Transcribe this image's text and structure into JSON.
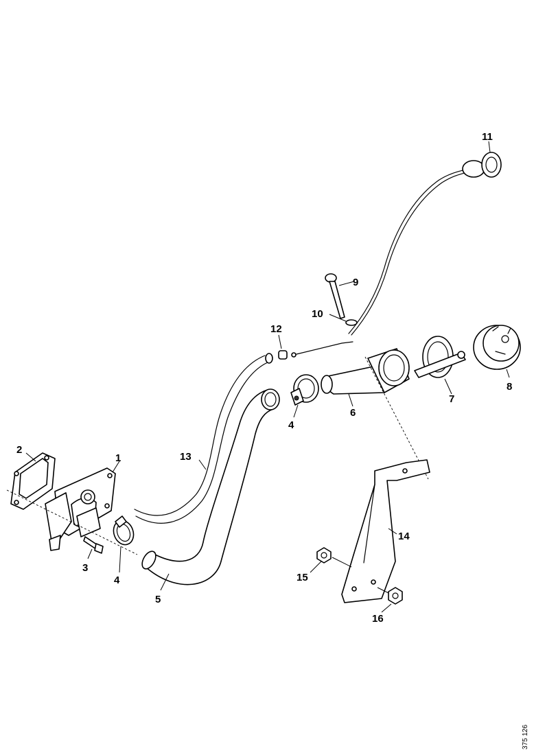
{
  "callouts": [
    {
      "id": "c1",
      "text": "1"
    },
    {
      "id": "c2",
      "text": "2"
    },
    {
      "id": "c3",
      "text": "3"
    },
    {
      "id": "c4a",
      "text": "4"
    },
    {
      "id": "c4b",
      "text": "4"
    },
    {
      "id": "c5",
      "text": "5"
    },
    {
      "id": "c6",
      "text": "6"
    },
    {
      "id": "c7",
      "text": "7"
    },
    {
      "id": "c8",
      "text": "8"
    },
    {
      "id": "c9",
      "text": "9"
    },
    {
      "id": "c10",
      "text": "10"
    },
    {
      "id": "c11",
      "text": "11"
    },
    {
      "id": "c12",
      "text": "12"
    },
    {
      "id": "c13",
      "text": "13"
    },
    {
      "id": "c14",
      "text": "14"
    },
    {
      "id": "c15",
      "text": "15"
    },
    {
      "id": "c16",
      "text": "16"
    }
  ],
  "doc_code": "375 126"
}
